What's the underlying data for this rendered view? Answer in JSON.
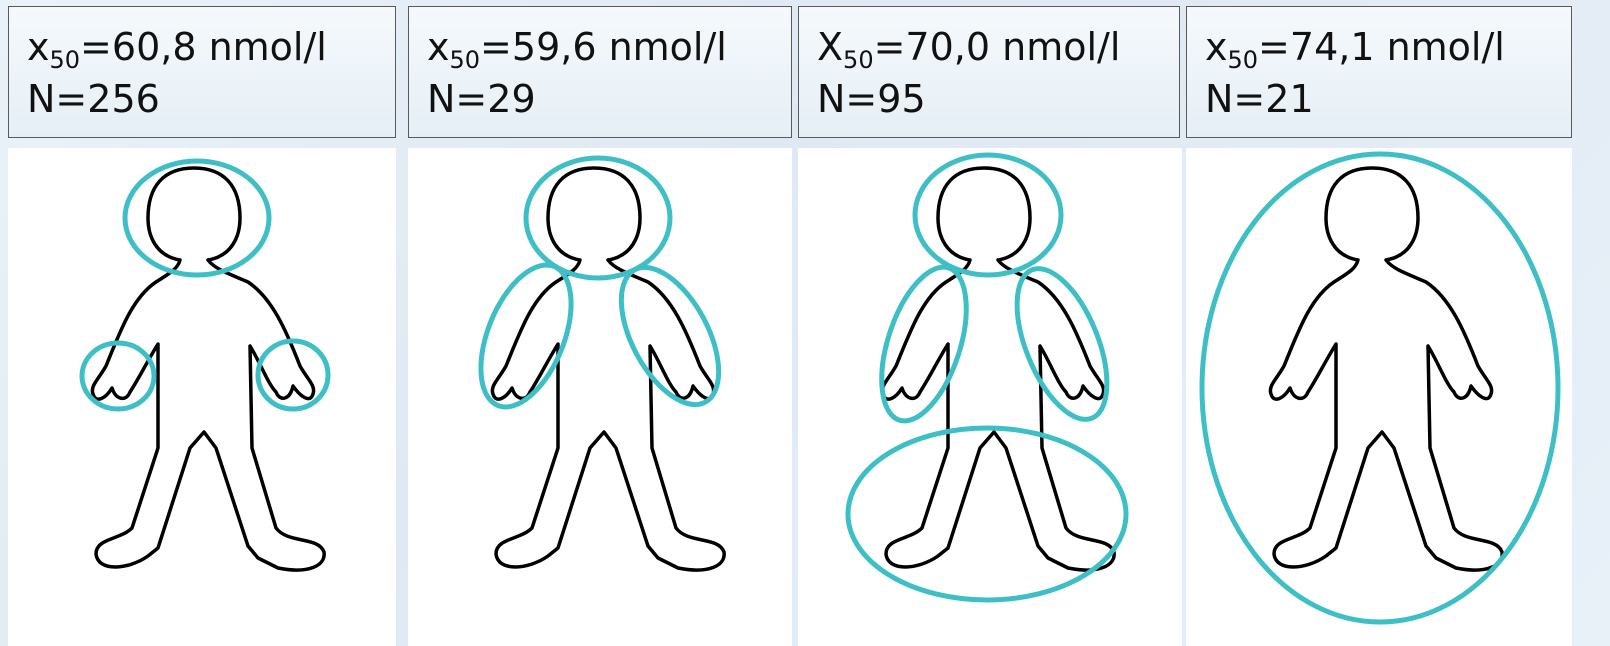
{
  "colors": {
    "highlight": "#3dbfc5",
    "outline": "#000000"
  },
  "panels": [
    {
      "var": "x",
      "sub": "50",
      "value_text": "=60,8 nmol/l",
      "n_text": "N=256",
      "regions": [
        "head",
        "left-hand",
        "right-hand"
      ]
    },
    {
      "var": "x",
      "sub": "50",
      "value_text": "=59,6 nmol/l",
      "n_text": "N=29",
      "regions": [
        "head",
        "left-arm",
        "right-arm"
      ]
    },
    {
      "var": "X",
      "sub": "50",
      "value_text": "=70,0 nmol/l",
      "n_text": "N=95",
      "regions": [
        "head",
        "left-arm",
        "right-arm",
        "legs"
      ]
    },
    {
      "var": "x",
      "sub": "50",
      "value_text": "=74,1 nmol/l",
      "n_text": "N=21",
      "regions": [
        "whole-body"
      ]
    }
  ]
}
